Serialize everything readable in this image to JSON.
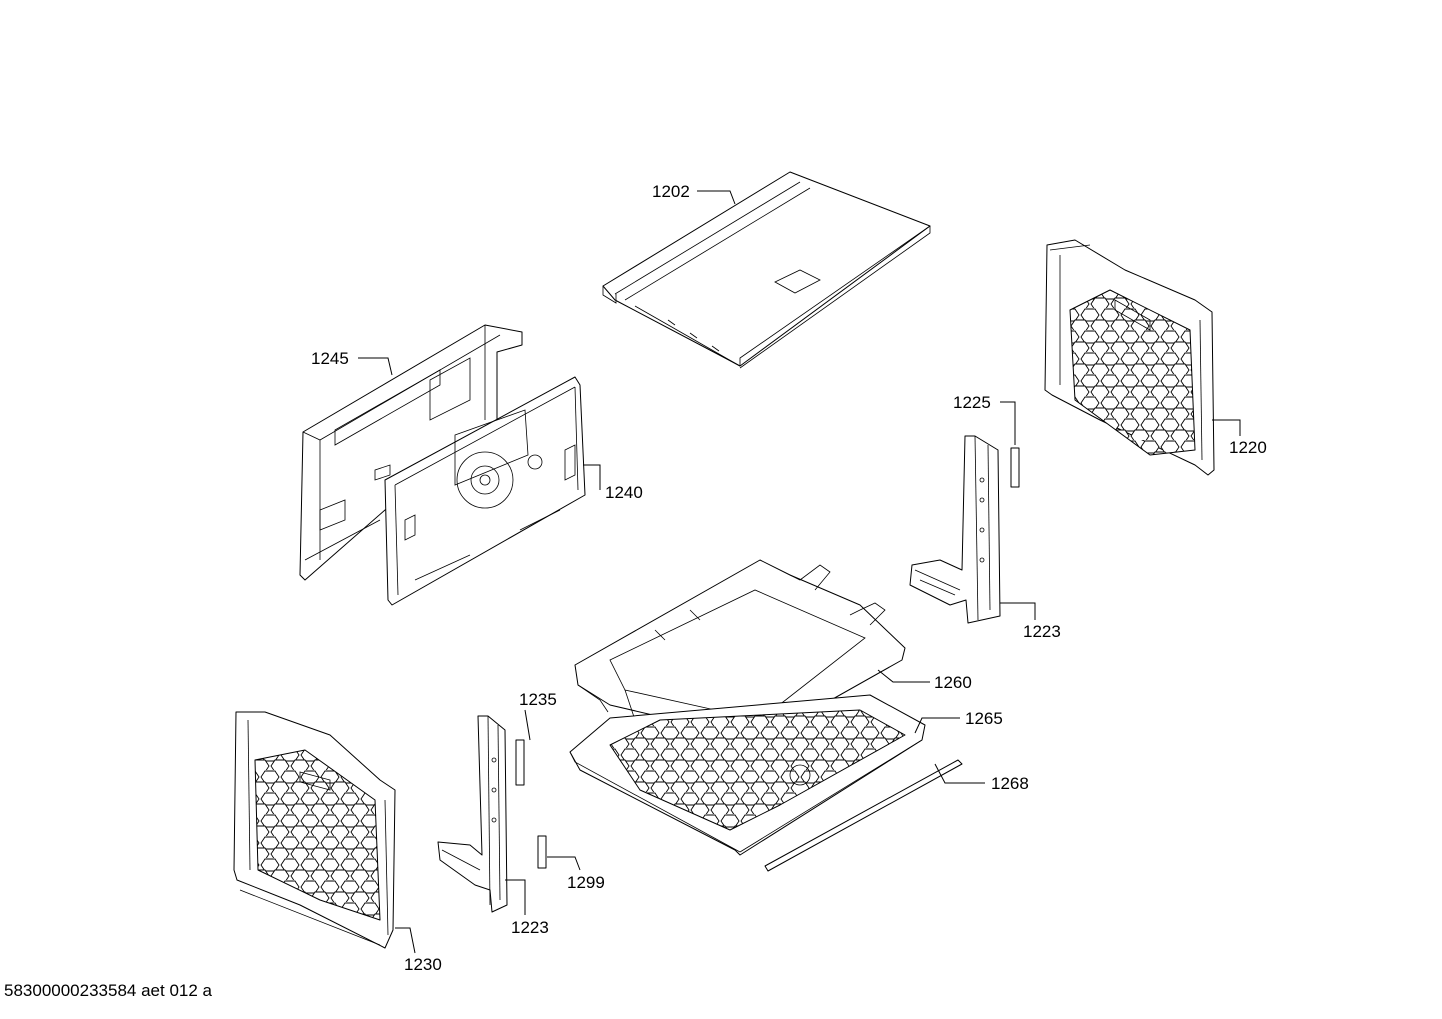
{
  "labels": {
    "p1202": "1202",
    "p1245": "1245",
    "p1240": "1240",
    "p1225": "1225",
    "p1220": "1220",
    "p1223_right": "1223",
    "p1260": "1260",
    "p1235": "1235",
    "p1265": "1265",
    "p1268": "1268",
    "p1299": "1299",
    "p1223_left": "1223",
    "p1230": "1230"
  },
  "footer": "58300000233584 aet 012 a"
}
